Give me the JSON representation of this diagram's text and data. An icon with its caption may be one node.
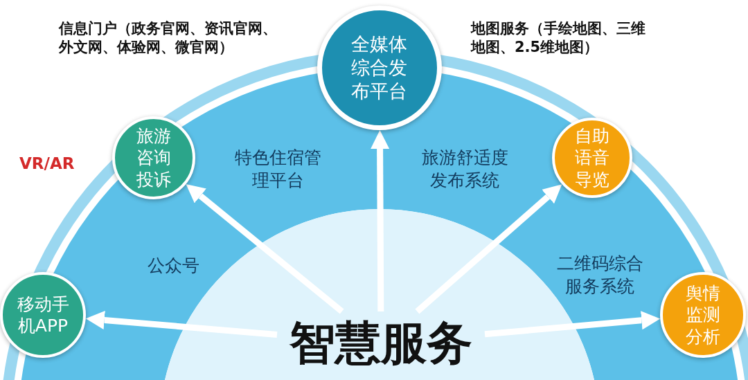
{
  "diagram": {
    "nodes": [
      {
        "text": [
          "智慧服务"
        ]
      },
      {
        "text": [
          "移动手机APP"
        ]
      },
      {
        "text": [
          "旅游咨询投诉"
        ]
      },
      {
        "text": [
          "全媒体综合发布平台"
        ]
      },
      {
        "text": [
          "自助语音导览"
        ]
      },
      {
        "text": [
          "舆情监测分析"
        ]
      }
    ],
    "edges": [
      {
        "from": 0,
        "to": 1,
        "arrow": "to"
      },
      {
        "from": 0,
        "to": 2,
        "arrow": "to"
      },
      {
        "from": 0,
        "to": 3,
        "arrow": "to"
      },
      {
        "from": 0,
        "to": 4,
        "arrow": "to"
      },
      {
        "from": 0,
        "to": 5,
        "arrow": "to"
      }
    ],
    "labels": [
      "信息门户（政务官网、资讯官网、外文网、体验网、微官网）",
      "地图服务（手绘地图、三维地图、2.5维地图）",
      "VR/AR",
      "特色住宿管理平台",
      "旅游舒适度发布系统",
      "公众号",
      "二维码综合服务系统"
    ]
  }
}
